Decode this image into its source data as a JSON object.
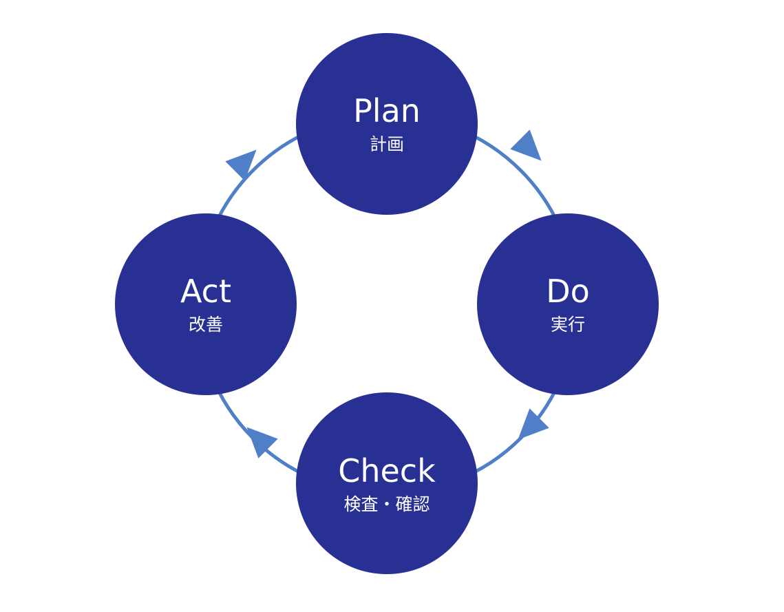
{
  "colors": {
    "node_fill": "#283193",
    "ring_stroke": "#4F7FC6",
    "arrow_fill": "#4F7FC6",
    "text": "#FFFFFF",
    "background": "#FFFFFF"
  },
  "nodes": {
    "plan": {
      "title": "Plan",
      "subtitle": "計画"
    },
    "do": {
      "title": "Do",
      "subtitle": "実行"
    },
    "check": {
      "title": "Check",
      "subtitle": "検査・確認"
    },
    "act": {
      "title": "Act",
      "subtitle": "改善"
    }
  },
  "flow": [
    "plan",
    "do",
    "check",
    "act"
  ]
}
